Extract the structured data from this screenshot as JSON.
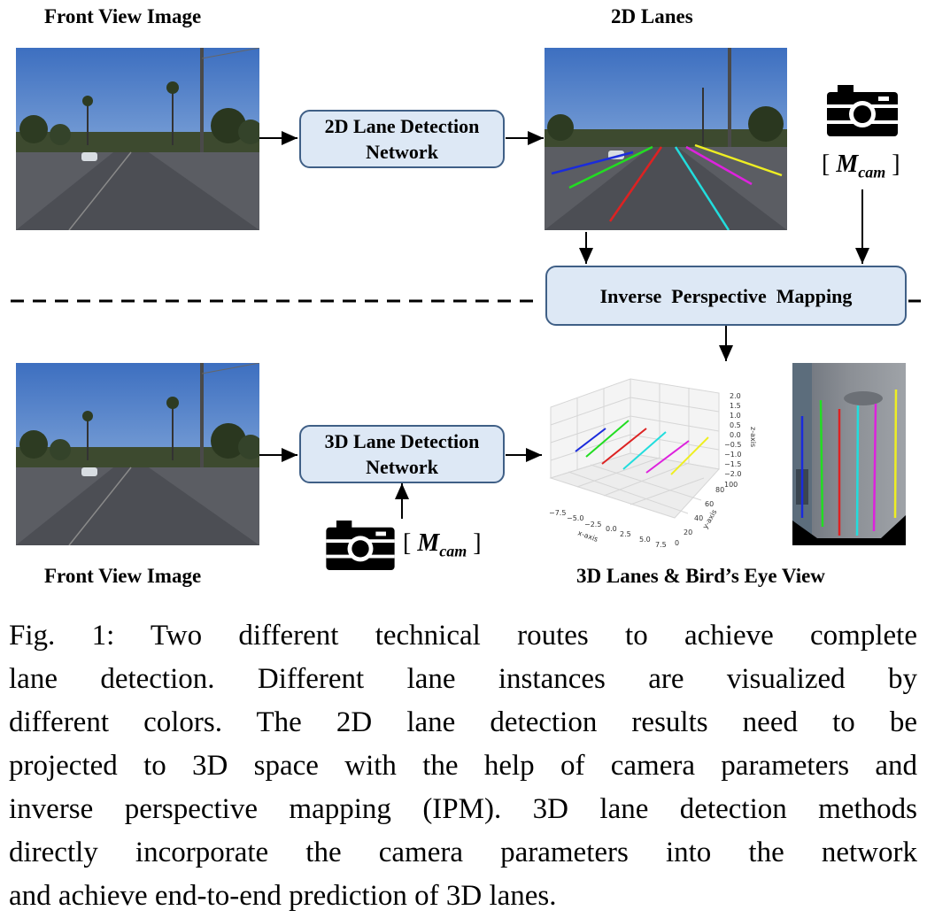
{
  "labels": {
    "front_view_top": "Front View Image",
    "lanes_2d": "2D Lanes",
    "front_view_bottom": "Front View Image",
    "lanes_3d_bev": "3D Lanes & Bird’s Eye View"
  },
  "boxes": {
    "detect_2d": [
      "2D Lane Detection",
      "Network"
    ],
    "ipm": "Inverse  Perspective  Mapping",
    "detect_3d": [
      "3D Lane Detection",
      "Network"
    ]
  },
  "camera_param": {
    "open": "[",
    "symbol": "M",
    "subscript": "cam",
    "close": "]"
  },
  "lane_colors": [
    "#1a2bdc",
    "#22dd22",
    "#dd2222",
    "#22dddd",
    "#dd22dd",
    "#eeee22"
  ],
  "plot_3d": {
    "z_ticks": [
      "2.0",
      "1.5",
      "1.0",
      "0.5",
      "0.0",
      "−0.5",
      "−1.0",
      "−1.5",
      "−2.0"
    ],
    "z_label": "z-axis",
    "x_ticks": [
      "−7.5",
      "−5.0",
      "−2.5",
      "0.0",
      "2.5",
      "5.0",
      "7.5"
    ],
    "x_label": "x-axis",
    "y_ticks": [
      "0",
      "20",
      "40",
      "60",
      "80",
      "100"
    ],
    "y_label": "y-axis"
  },
  "caption": [
    "Fig. 1: Two different technical routes to achieve complete",
    "lane detection. Different lane instances are visualized by",
    "different colors. The 2D lane detection results need to be",
    "projected to 3D space with the help of camera parameters and",
    "inverse perspective mapping (IPM). 3D lane detection methods",
    "directly incorporate the camera parameters into the network",
    "and achieve end-to-end prediction of 3D lanes."
  ]
}
